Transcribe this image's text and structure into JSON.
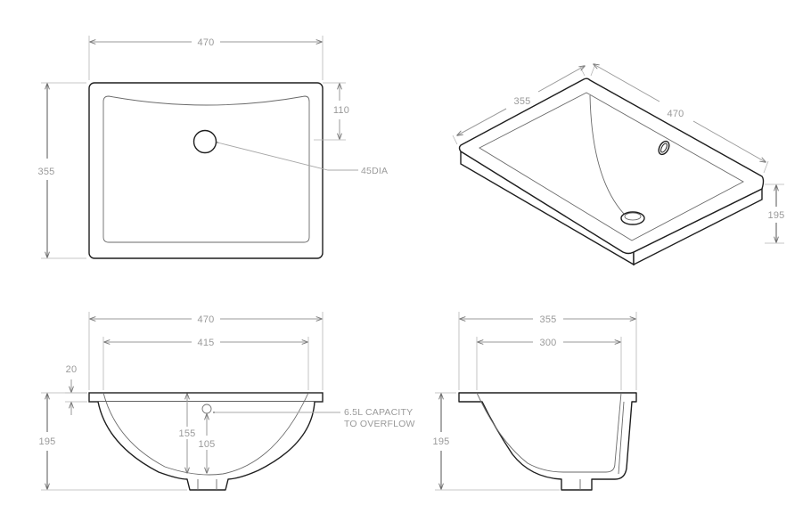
{
  "top_view": {
    "width": "470",
    "depth": "355",
    "drain_offset": "110",
    "drain_note": "45DIA"
  },
  "iso_view": {
    "depth": "355",
    "width": "470",
    "height": "195"
  },
  "front_view": {
    "width": "470",
    "inner_width": "415",
    "rim": "20",
    "height": "195",
    "overflow_height": "155",
    "bowl_height": "105",
    "capacity_line1": "6.5L CAPACITY",
    "capacity_line2": "TO OVERFLOW"
  },
  "side_view": {
    "width": "355",
    "inner_width": "300",
    "height": "195"
  }
}
